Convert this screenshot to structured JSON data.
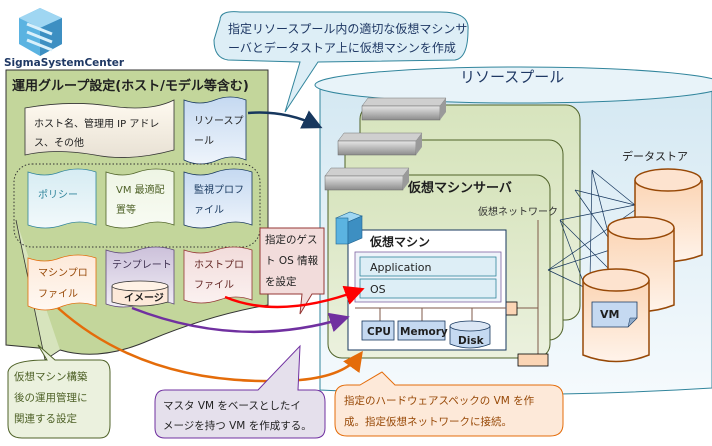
{
  "logo": {
    "text": "SigmaSystemCenter"
  },
  "callout_top": {
    "line1": "指定リソースプール内の適切な仮想マシンサ",
    "line2": "ーバとデータストア上に仮想マシンを作成"
  },
  "group_panel": {
    "title": "運用グループ設定(ホスト/モデル等含む)",
    "host_info": {
      "line1": "ホスト名、管理用 IP アドレ",
      "line2": "ス、その他"
    },
    "resource_pool_doc": {
      "line1": "リソースプ",
      "line2": "ール"
    },
    "policy": {
      "line1": "ポリシー"
    },
    "vm_placement": {
      "line1": "VM 最適配",
      "line2": "置等"
    },
    "monitor_profile": {
      "line1": "監視プロフ",
      "line2": "ァイル"
    },
    "machine_profile": {
      "line1": "マシンプロ",
      "line2": "ファイル"
    },
    "template": {
      "line1": "テンプレート",
      "image": "イメージ"
    },
    "host_profile": {
      "line1": "ホストプロ",
      "line2": "ファイル"
    }
  },
  "callout_guest": {
    "line1": "指定のゲス",
    "line2": "ト OS 情報",
    "line3": "を設定"
  },
  "callout_ops": {
    "line1": "仮想マシン構築",
    "line2": "後の運用管理に",
    "line3": "関連する設定"
  },
  "callout_template": {
    "line1": "マスタ VM をベースとしたイ",
    "line2": "メージを持つ VM を作成する。"
  },
  "callout_hw": {
    "line1": "指定のハードウェアスペックの VM を作",
    "line2": "成。指定仮想ネットワークに接続。"
  },
  "resource_pool": {
    "title": "リソースプール",
    "server_title": "仮想マシンサーバ",
    "network_label": "仮想ネットワーク",
    "vm_title": "仮想マシン",
    "application": "Application",
    "os": "OS",
    "cpu": "CPU",
    "memory": "Memory",
    "disk": "Disk",
    "datastore_title": "データストア",
    "vm_file": "VM"
  },
  "colors": {
    "panel_green": "#c6d9a0",
    "pool_blue": "#ddeef6",
    "arrow_red": "#ff0000",
    "arrow_purple": "#7030a0",
    "arrow_orange": "#e46c0a",
    "arrow_navy": "#17375e"
  }
}
